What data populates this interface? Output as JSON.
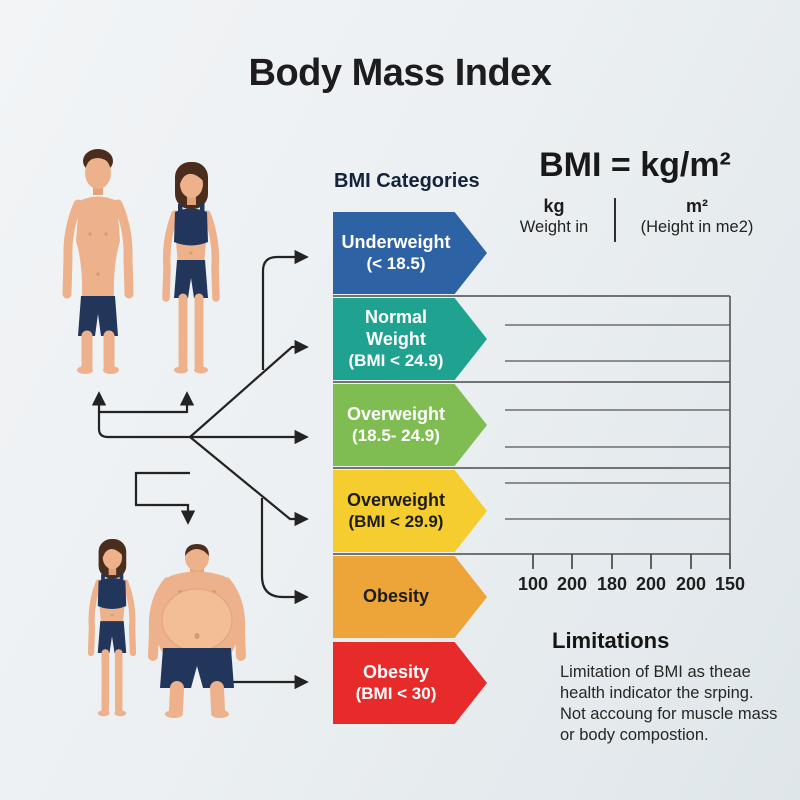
{
  "title": "Body Mass Index",
  "categories_header": "BMI Categories",
  "categories": [
    {
      "label": "Underweight",
      "sublabel": "(< 18.5)",
      "color": "#2d62a5",
      "text_color": "#ffffff"
    },
    {
      "label": "Normal Weight",
      "sublabel": "(BMI < 24.9)",
      "color": "#1fa390",
      "text_color": "#ffffff"
    },
    {
      "label": "Overweight",
      "sublabel": "(18.5- 24.9)",
      "color": "#7fbc52",
      "text_color": "#ffffff"
    },
    {
      "label": "Overweight",
      "sublabel": "(BMI < 29.9)",
      "color": "#f5cd2f",
      "text_color": "#1d1d1d"
    },
    {
      "label": "Obesity",
      "sublabel": "",
      "color": "#eda438",
      "text_color": "#1d1d1d"
    },
    {
      "label": "Obesity",
      "sublabel": "(BMI < 30)",
      "color": "#e62b2a",
      "text_color": "#ffffff"
    }
  ],
  "formula": {
    "equation": "BMI = kg/m²",
    "numerator_unit": "kg",
    "numerator_label": "Weight in",
    "denominator_unit": "m²",
    "denominator_label": "(Height in me2)"
  },
  "axis": {
    "tick_labels": [
      "100",
      "200",
      "180",
      "200",
      "200",
      "150"
    ]
  },
  "limitations": {
    "header": "Limitations",
    "lines": [
      "Limitation of BMI as theae",
      "health indicator the srping.",
      "Not accoung for muscle mass",
      "or body compostion."
    ]
  },
  "figures": [
    "normal-weight-man",
    "normal-weight-woman",
    "slim-woman",
    "obese-man"
  ],
  "colors": {
    "background": "#e9eef1",
    "grid_line": "#4a4a4a",
    "arrow": "#232323",
    "title_text": "#1d1d1f"
  }
}
